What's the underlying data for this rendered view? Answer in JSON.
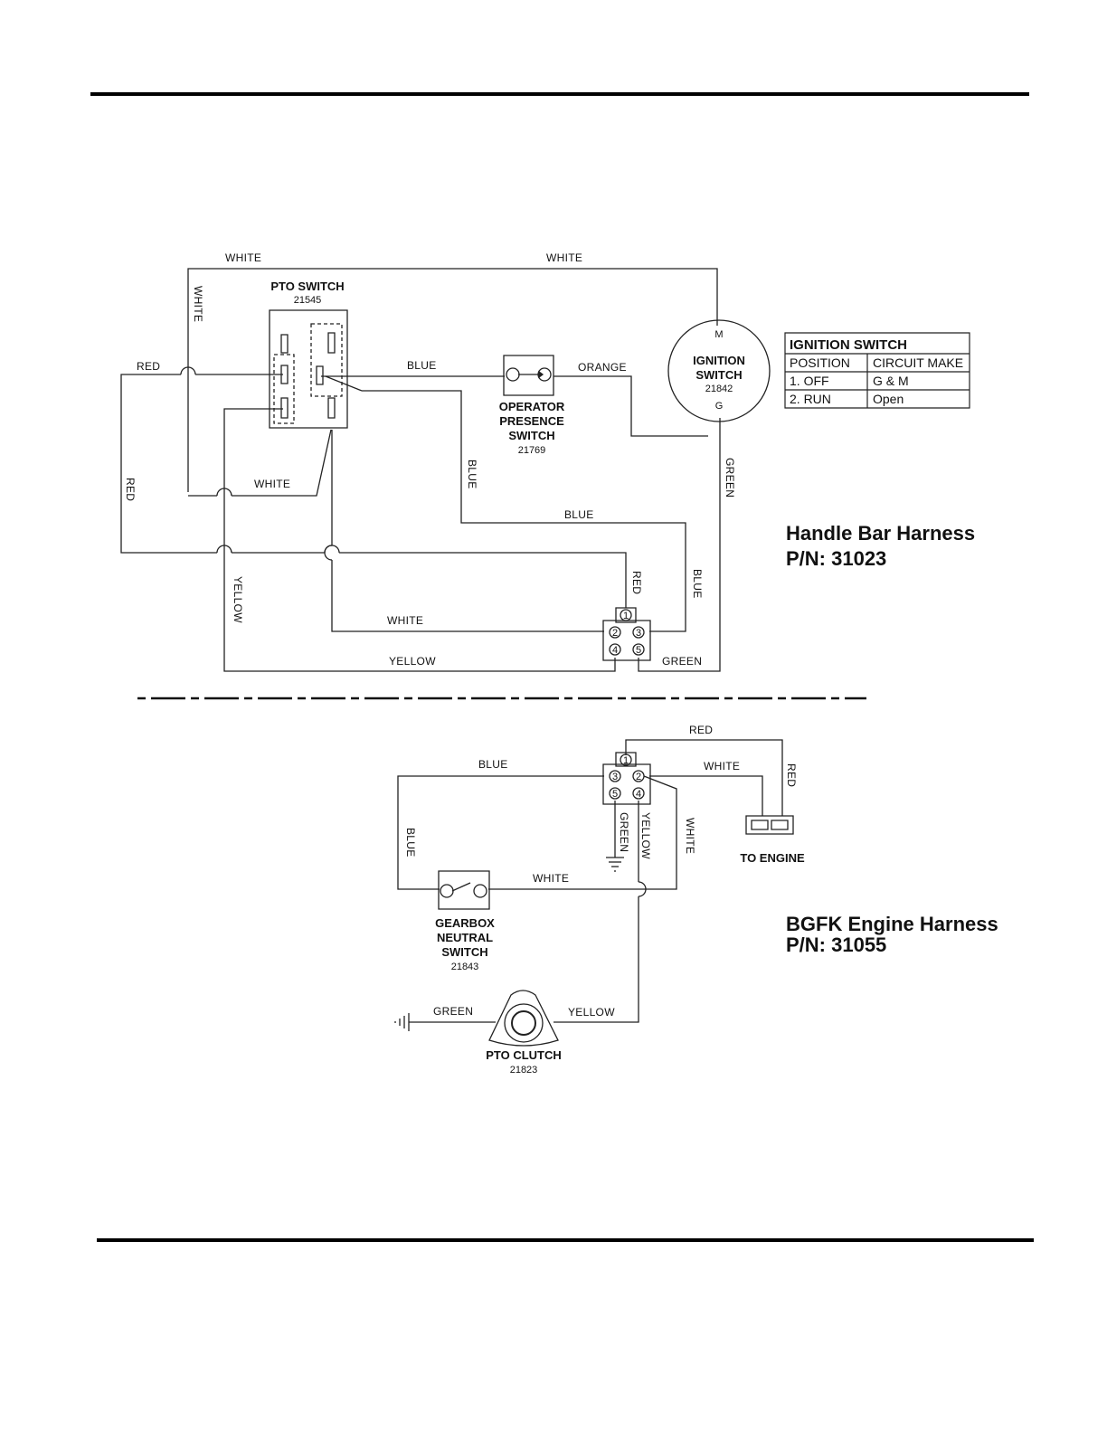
{
  "handlebar": {
    "title": "Handle Bar Harness",
    "pn": "P/N: 31023",
    "pto_switch": {
      "label": "PTO SWITCH",
      "pn": "21545"
    },
    "ignition_switch": {
      "label1": "IGNITION",
      "label2": "SWITCH",
      "pn": "21842",
      "term_m": "M",
      "term_g": "G"
    },
    "operator_switch": {
      "label1": "OPERATOR",
      "label2": "PRESENCE",
      "label3": "SWITCH",
      "pn": "21769"
    },
    "wires": {
      "white_top_left": "WHITE",
      "white_top_right": "WHITE",
      "white_vertical": "WHITE",
      "red_left": "RED",
      "red_vertical": "RED",
      "blue_top": "BLUE",
      "orange": "ORANGE",
      "blue_vertical": "BLUE",
      "green_vertical": "GREEN",
      "white_mid": "WHITE",
      "blue_mid": "BLUE",
      "yellow_vertical": "YELLOW",
      "red_conn": "RED",
      "blue_conn": "BLUE",
      "white_bottom": "WHITE",
      "yellow_bottom": "YELLOW",
      "green_bottom": "GREEN"
    },
    "connector_pins": [
      "1",
      "2",
      "3",
      "4",
      "5"
    ]
  },
  "ignition_table": {
    "title": "IGNITION SWITCH",
    "headers": [
      "POSITION",
      "CIRCUIT MAKE"
    ],
    "rows": [
      [
        "1. OFF",
        "G & M"
      ],
      [
        "2. RUN",
        "Open"
      ]
    ]
  },
  "engine": {
    "title": "BGFK Engine Harness",
    "pn": "P/N: 31055",
    "gearbox_switch": {
      "label1": "GEARBOX",
      "label2": "NEUTRAL",
      "label3": "SWITCH",
      "pn": "21843"
    },
    "to_engine": "TO ENGINE",
    "pto_clutch": {
      "label": "PTO CLUTCH",
      "pn": "21823"
    },
    "wires": {
      "red_top": "RED",
      "red_vertical": "RED",
      "blue_top": "BLUE",
      "white_top": "WHITE",
      "blue_vertical": "BLUE",
      "green_vertical": "GREEN",
      "yellow_vertical": "YELLOW",
      "white_vertical": "WHITE",
      "white_bottom": "WHITE",
      "green_clutch": "GREEN",
      "yellow_clutch": "YELLOW"
    },
    "connector_pins": [
      "1",
      "3",
      "2",
      "5",
      "4"
    ]
  }
}
